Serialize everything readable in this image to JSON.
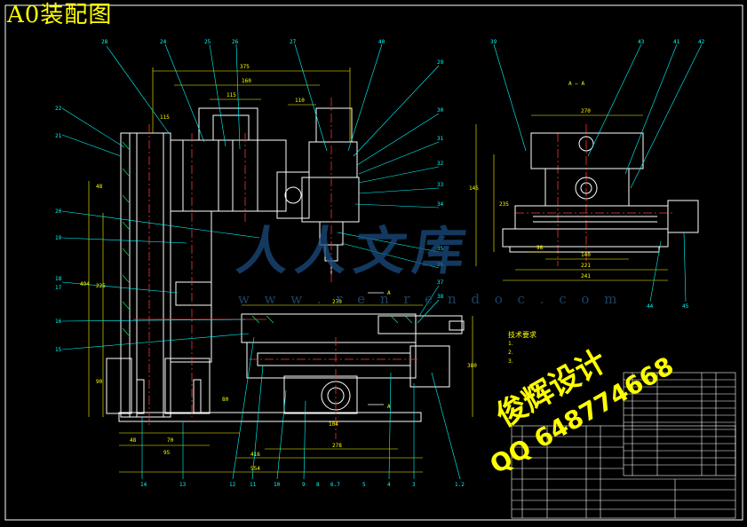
{
  "title": "A0装配图",
  "watermark": {
    "brand": "人人文库",
    "site": "w w w . r e n r e n d o c . c o m"
  },
  "designer_overlay": {
    "line1": "俊辉设计",
    "line2": "QQ 648774668"
  },
  "section_label": "A – A",
  "section_markers": [
    "A",
    "A"
  ],
  "colors": {
    "background": "#000000",
    "outline": "#ffffff",
    "leader": "#00ffff",
    "dimension": "#ffff00",
    "centerline": "#ff3333",
    "watermark": "#1b4d80"
  },
  "technical_requirements": {
    "title": "技术要求",
    "lines": [
      "1.",
      "2.",
      "3."
    ]
  },
  "dimensions": {
    "top": [
      "375",
      "160",
      "115",
      "110",
      "115"
    ],
    "bottom": [
      "48",
      "70",
      "95",
      "80",
      "416",
      "554",
      "278",
      "279",
      "104"
    ],
    "left_vertical": [
      "494",
      "225",
      "90",
      "48"
    ],
    "right_vertical": [
      "380",
      "145"
    ],
    "section": [
      "270",
      "235",
      "221",
      "241",
      "140",
      "98"
    ]
  },
  "part_labels_top": [
    "28",
    "24",
    "25",
    "26",
    "27",
    "40",
    "29",
    "30",
    "31",
    "32",
    "33",
    "34"
  ],
  "part_labels_left": [
    "22",
    "21",
    "20",
    "19",
    "18",
    "17",
    "16",
    "15"
  ],
  "part_labels_bottom": [
    "14",
    "13",
    "12",
    "11",
    "10",
    "9",
    "8",
    "6.7",
    "5",
    "4",
    "3",
    "1.2"
  ],
  "part_labels_right": [
    "35",
    "36",
    "37",
    "38",
    "39",
    "41",
    "42",
    "43",
    "44",
    "45"
  ]
}
